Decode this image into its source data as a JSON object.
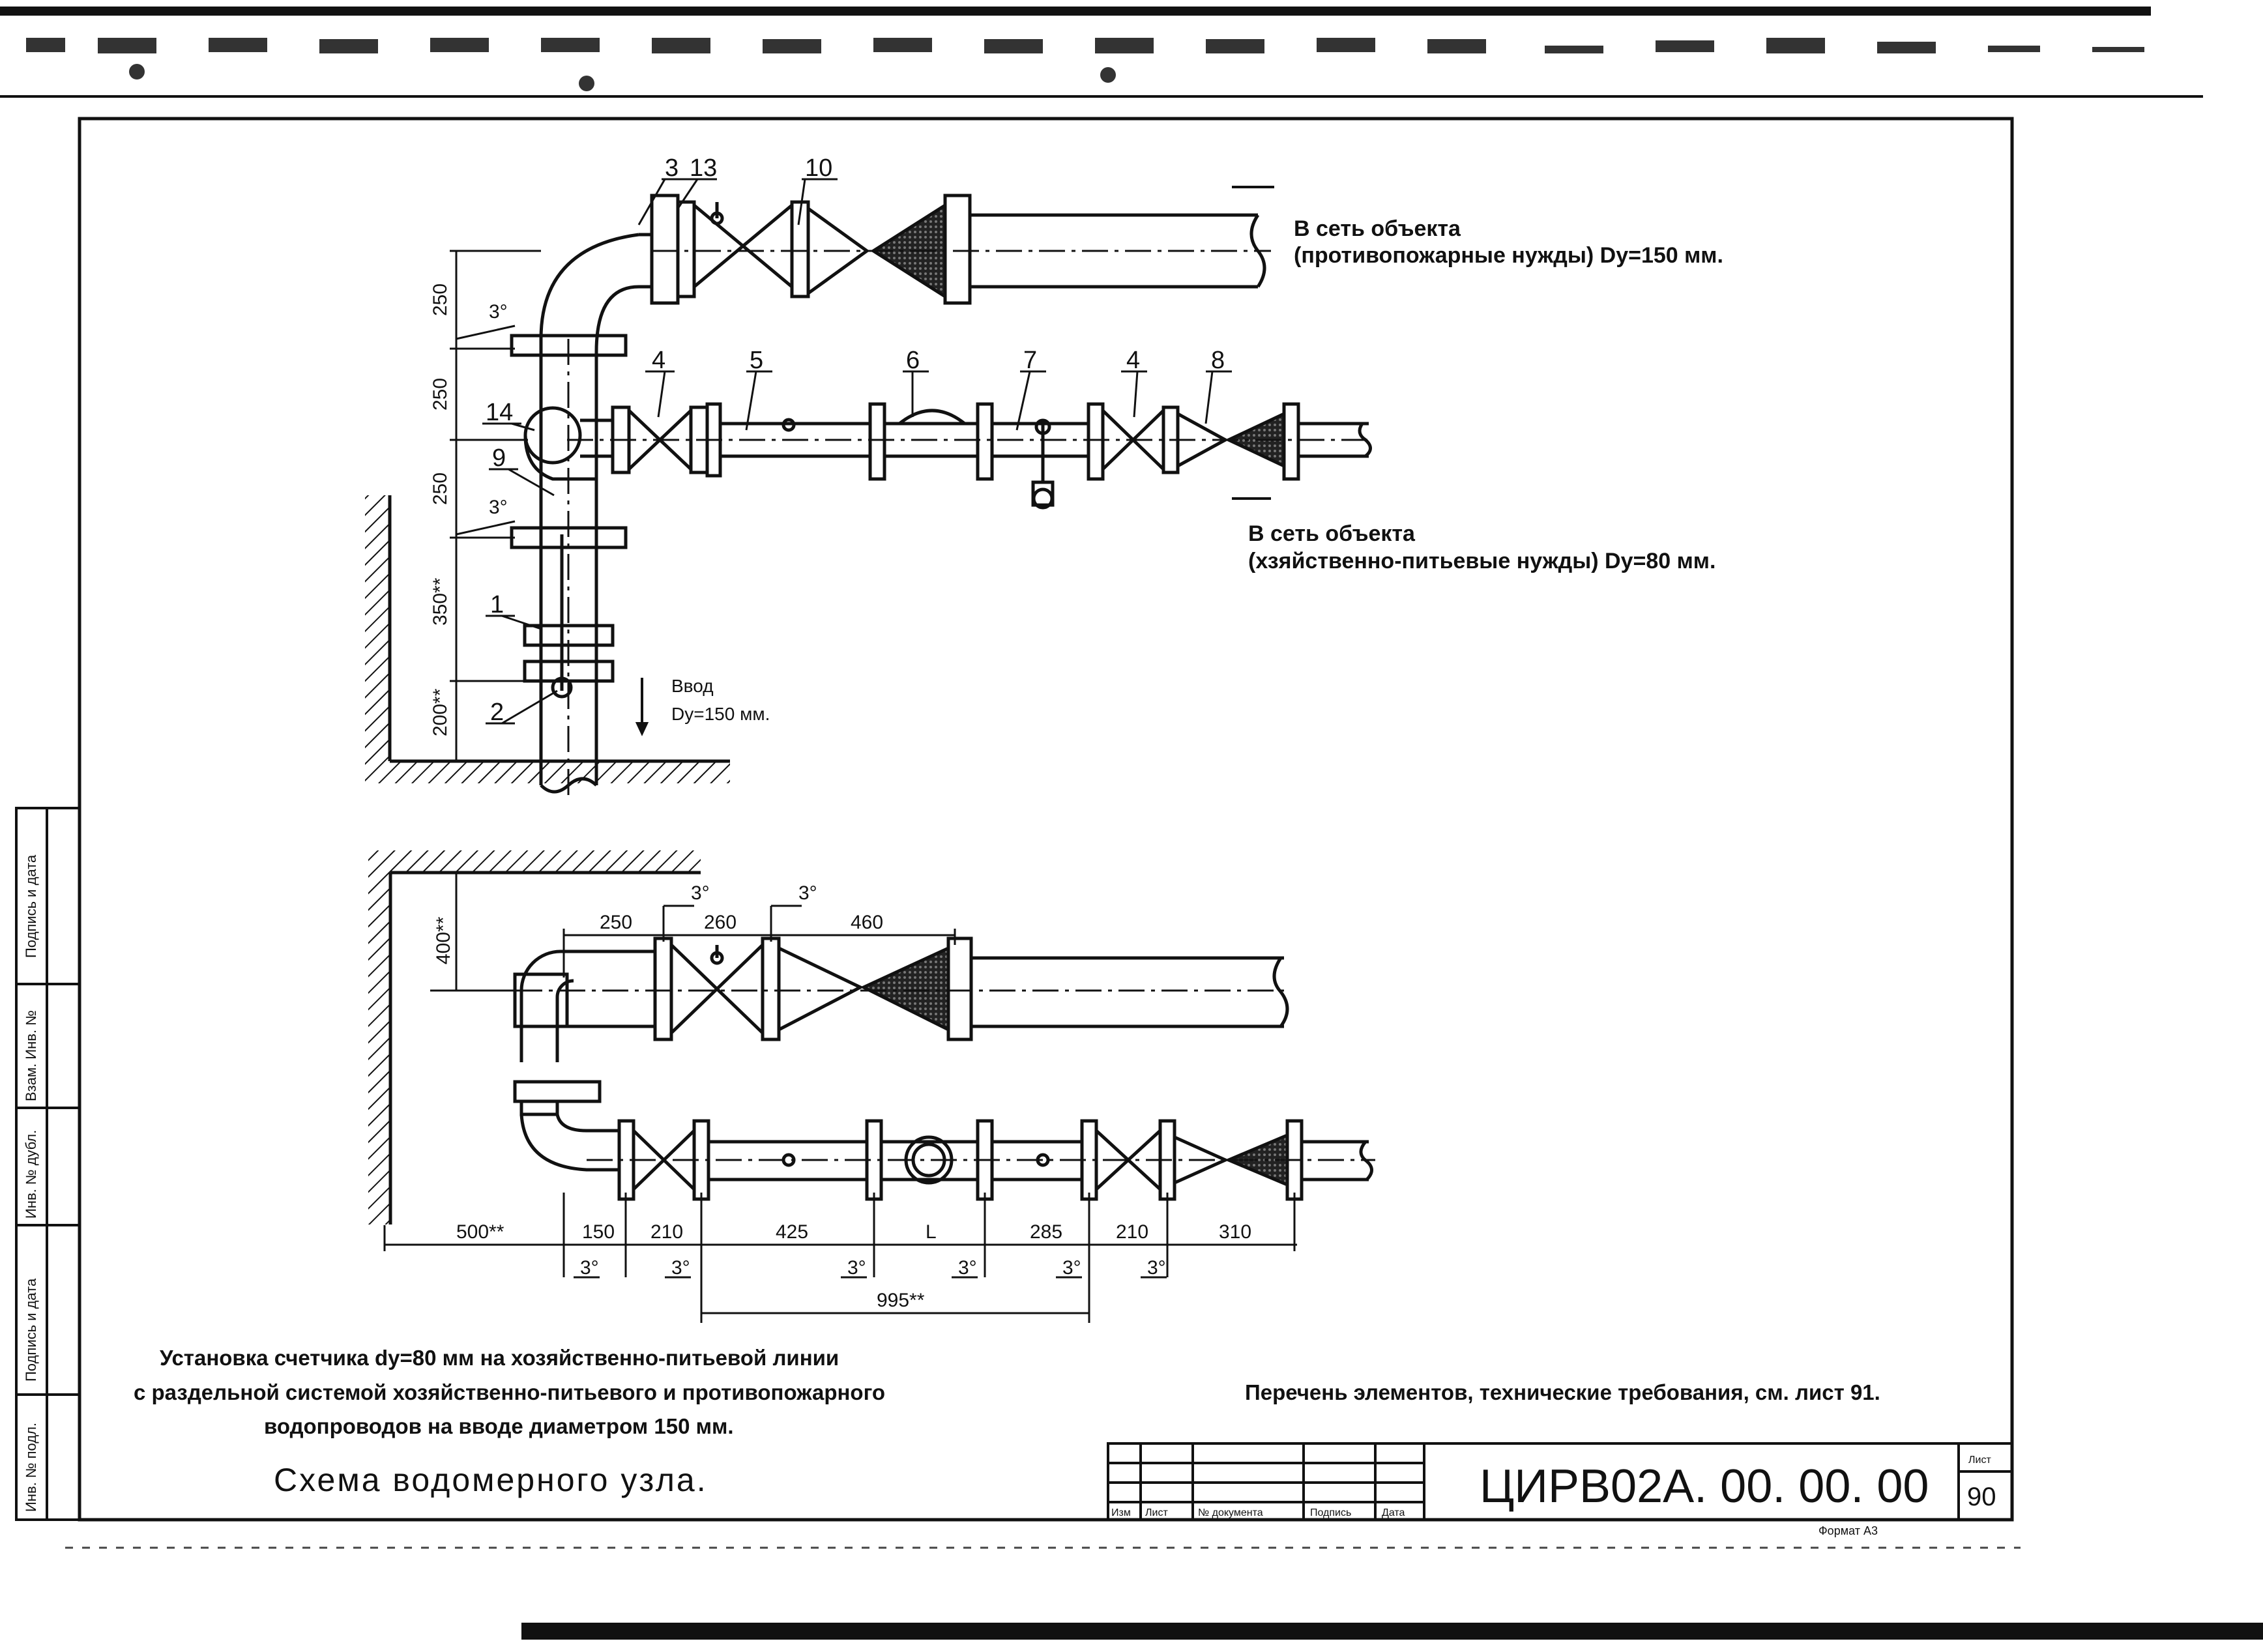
{
  "drawing": {
    "upper_note_fire": [
      "В сеть объекта",
      "(противопожарные нужды) Dy=150 мм."
    ],
    "upper_note_domestic": [
      "В сеть объекта",
      "(хзяйственно-питьевые нужды) Dy=80 мм."
    ],
    "inlet_note": [
      "Ввод",
      "Dy=150 мм."
    ],
    "position_numbers": [
      "3",
      "13",
      "10",
      "4",
      "5",
      "6",
      "7",
      "4",
      "8",
      "14",
      "9",
      "1",
      "2"
    ],
    "upper_dimensions": [
      "250",
      "250",
      "250",
      "350**",
      "200**"
    ],
    "angle_marks_upper": [
      "3°",
      "3°"
    ],
    "lower_height_dim": "400**",
    "lower_top_dims": [
      "250",
      "260",
      "460"
    ],
    "lower_top_angles": [
      "3°",
      "3°"
    ],
    "lower_bottom_dims": [
      "500**",
      "150",
      "210",
      "425",
      "L",
      "285",
      "210",
      "310"
    ],
    "lower_bottom_angles": [
      "3°",
      "3°",
      "3°",
      "3°",
      "3°",
      "3°"
    ],
    "overall_dim": "995**"
  },
  "caption": {
    "lines": [
      "Установка счетчика dy=80 мм  на хозяйственно-питьевой линии",
      "с раздельной  системой хозяйственно-питьевого и противопожарного",
      "водопроводов на вводе диаметром 150 мм."
    ],
    "title": "Схема водомерного узла."
  },
  "reference_note": "Перечень элементов, технические требования, см. лист 91.",
  "title_block": {
    "code": "ЦИРВ02А. 00. 00. 00",
    "sheet_label": "Лист",
    "sheet_number": "90",
    "format": "Формат А3",
    "columns": [
      "Изм",
      "Лист",
      "№ документа",
      "Подпись",
      "Дата"
    ]
  },
  "side_stamp": [
    "Подпись и дата",
    "Взам. Инв. №",
    "Инв. № дубл.",
    "Подпись и дата",
    "Инв. № подл."
  ]
}
